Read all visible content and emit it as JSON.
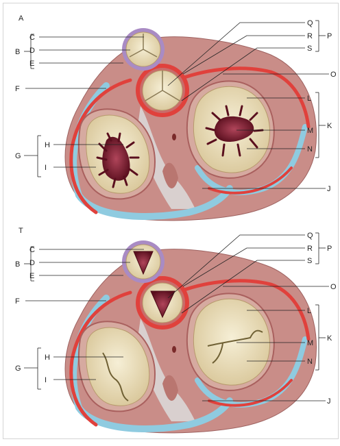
{
  "panels": [
    {
      "title": "A",
      "left_labels": [
        "B",
        "C",
        "D",
        "E",
        "F",
        "G",
        "H",
        "I"
      ],
      "right_labels": [
        "Q",
        "R",
        "S",
        "P",
        "O",
        "L",
        "K",
        "M",
        "N",
        "J"
      ]
    },
    {
      "title": "T",
      "left_labels": [
        "B",
        "C",
        "D",
        "E",
        "F",
        "G",
        "H",
        "I"
      ],
      "right_labels": [
        "Q",
        "R",
        "S",
        "P",
        "O",
        "L",
        "K",
        "M",
        "N",
        "J"
      ]
    }
  ],
  "colors": {
    "myocardium": "#c98d88",
    "myocardium_dark": "#a9605e",
    "artery": "#e0413c",
    "vein": "#8fcbe0",
    "valve_leaflet": "#efe4c4",
    "valve_ring": "#c96c6a",
    "pulmonary_ring": "#a98bc4",
    "orifice_open": "#6e1623",
    "fibrous": "#e4e4e4"
  }
}
